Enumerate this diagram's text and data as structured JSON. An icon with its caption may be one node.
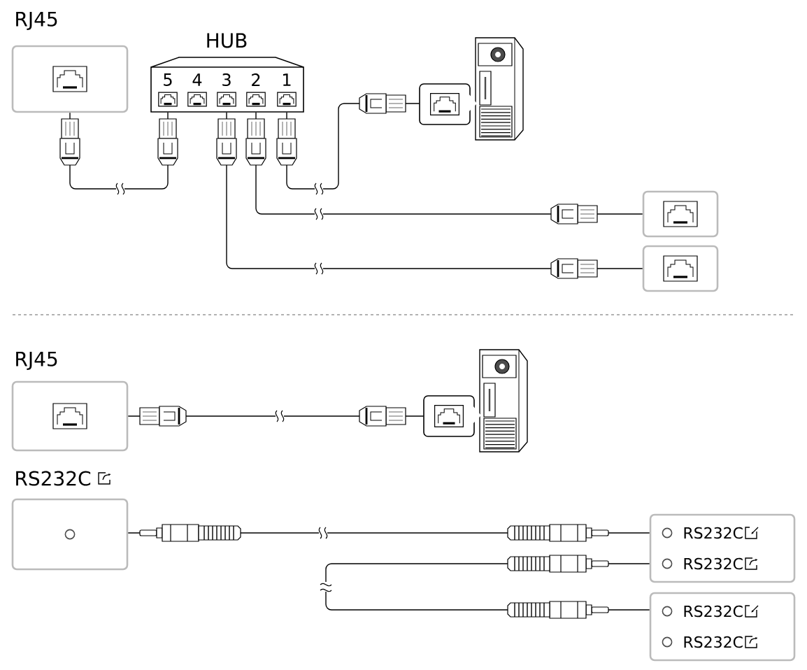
{
  "diagram": {
    "nodes": [
      {
        "text": [
          "RJ45"
        ]
      },
      {
        "text": [
          "HUB",
          "5",
          "4",
          "3",
          "2",
          "1"
        ]
      },
      {
        "text": [],
        "shape": "picture"
      },
      {
        "text": [],
        "shape": "box"
      },
      {
        "text": [],
        "shape": "box"
      },
      {
        "text": [
          "RJ45"
        ]
      },
      {
        "text": [],
        "shape": "picture"
      },
      {
        "text": [
          "RS232C"
        ]
      },
      {
        "text": [
          "RS232C",
          "RS232C"
        ]
      },
      {
        "text": [
          "RS232C",
          "RS232C"
        ]
      }
    ],
    "edges": [
      {
        "from": 0,
        "to": 1,
        "arrow": "none"
      },
      {
        "from": 1,
        "to": 2,
        "arrow": "none"
      },
      {
        "from": 1,
        "to": 3,
        "arrow": "none"
      },
      {
        "from": 1,
        "to": 4,
        "arrow": "none"
      },
      {
        "from": 5,
        "to": 6,
        "arrow": "none"
      },
      {
        "from": 7,
        "to": 8,
        "arrow": "none"
      },
      {
        "from": 8,
        "to": 9,
        "arrow": "none"
      }
    ]
  }
}
